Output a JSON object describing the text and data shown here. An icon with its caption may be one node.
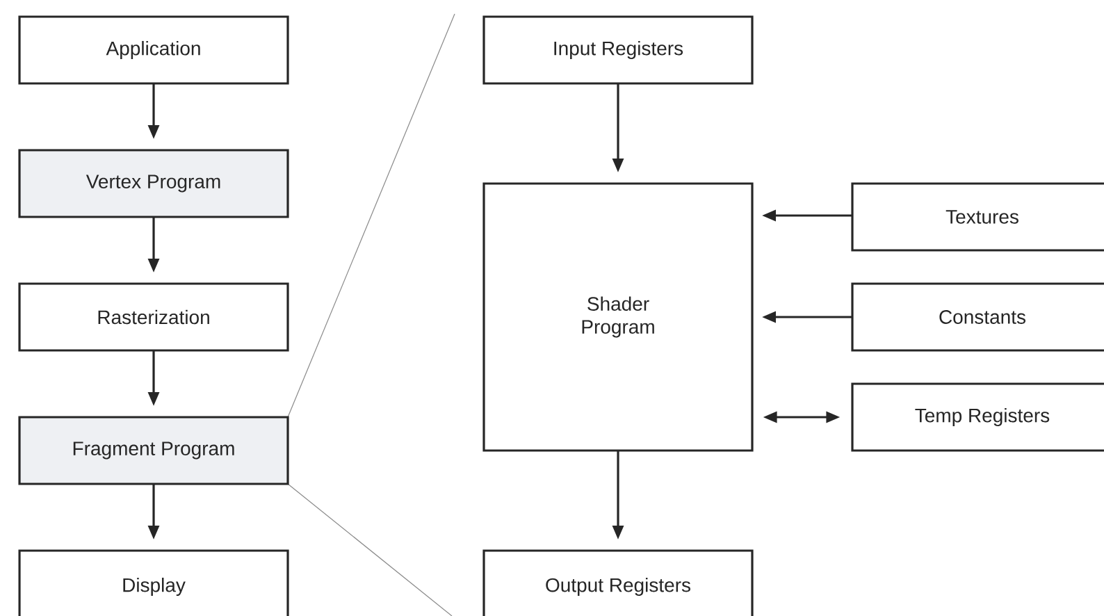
{
  "diagram": {
    "nodes": [
      {
        "text": [
          "Application"
        ]
      },
      {
        "text": [
          "Vertex Program"
        ]
      },
      {
        "text": [
          "Rasterization"
        ]
      },
      {
        "text": [
          "Fragment Program"
        ]
      },
      {
        "text": [
          "Display"
        ]
      },
      {
        "text": [
          "Input Registers"
        ]
      },
      {
        "text": [
          "Shader Program"
        ]
      },
      {
        "text": [
          "Textures"
        ]
      },
      {
        "text": [
          "Constants"
        ]
      },
      {
        "text": [
          "Temp Registers"
        ]
      },
      {
        "text": [
          "Output Registers"
        ]
      }
    ],
    "edges": [
      {
        "from": 0,
        "to": 1,
        "arrow": "to"
      },
      {
        "from": 1,
        "to": 2,
        "arrow": "to"
      },
      {
        "from": 2,
        "to": 3,
        "arrow": "to"
      },
      {
        "from": 3,
        "to": 4,
        "arrow": "to"
      },
      {
        "from": 5,
        "to": 6,
        "arrow": "to"
      },
      {
        "from": 7,
        "to": 6,
        "arrow": "to"
      },
      {
        "from": 8,
        "to": 6,
        "arrow": "to"
      },
      {
        "from": 6,
        "to": 9,
        "arrow": "both"
      },
      {
        "from": 6,
        "to": 10,
        "arrow": "to"
      }
    ]
  }
}
